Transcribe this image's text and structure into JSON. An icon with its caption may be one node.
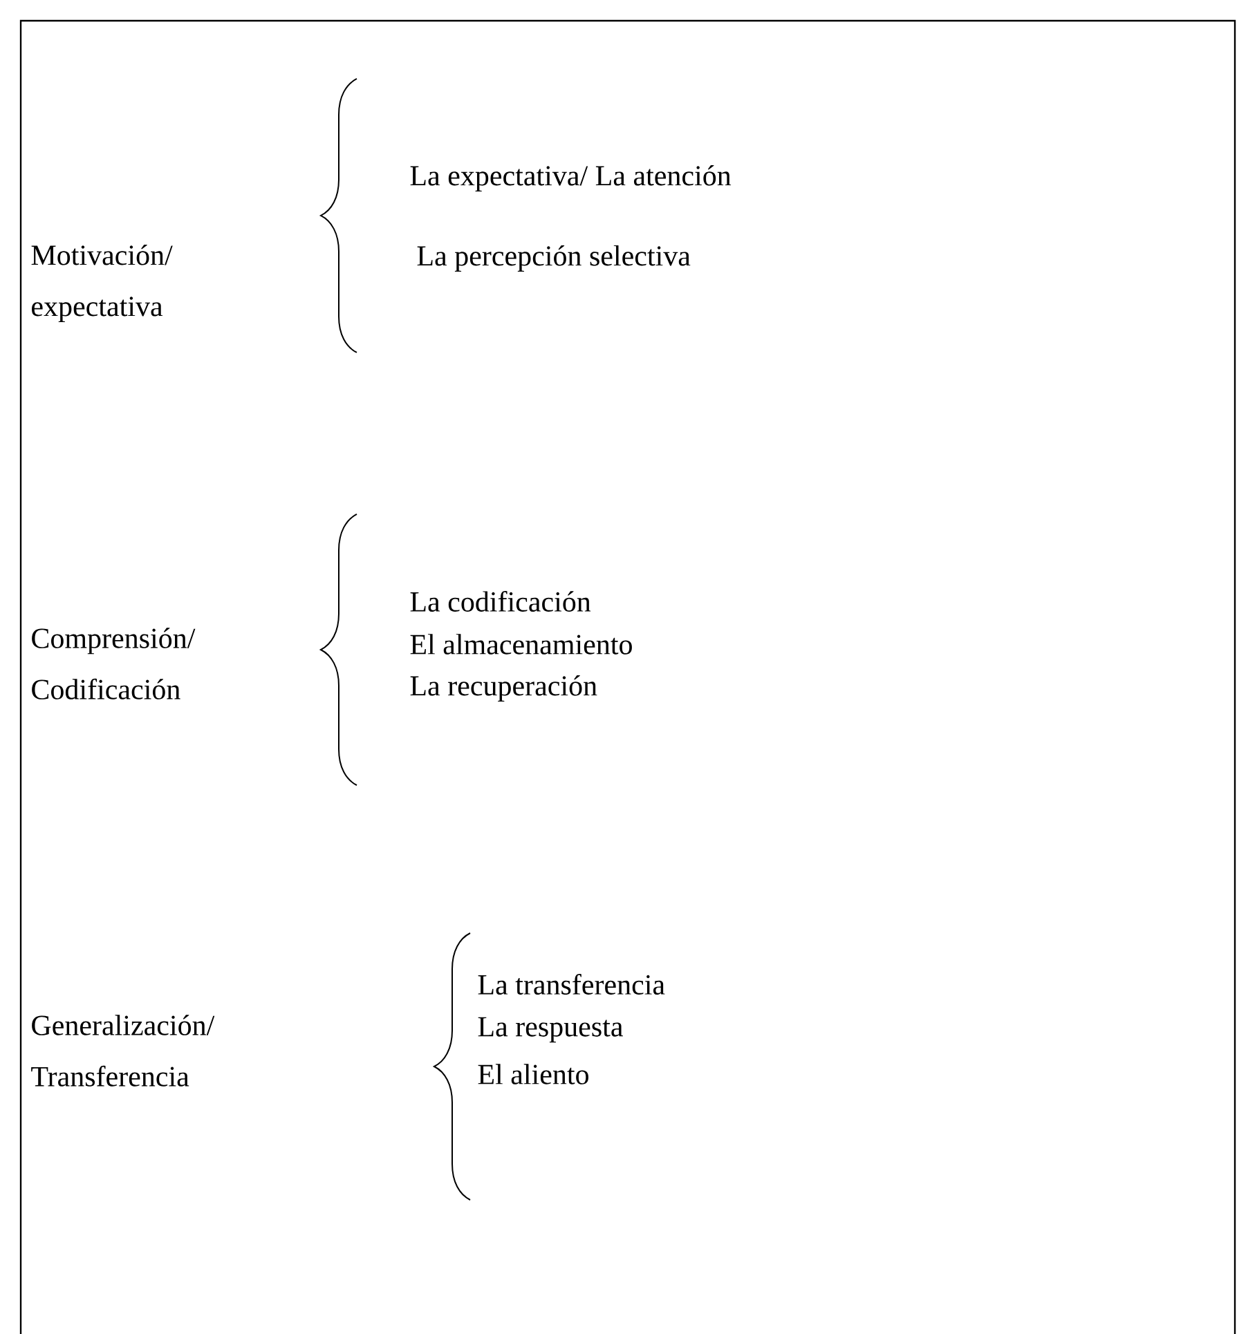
{
  "diagram": {
    "labels": [
      "Motivación/ expectativa",
      "La expectativa/ La atención",
      "La percepción selectiva",
      "Comprensión/ Codificación",
      "La codificación",
      "El almacenamiento",
      "La recuperación",
      "Generalización/ Transferencia",
      "La transferencia",
      "La respuesta",
      "El aliento"
    ]
  }
}
